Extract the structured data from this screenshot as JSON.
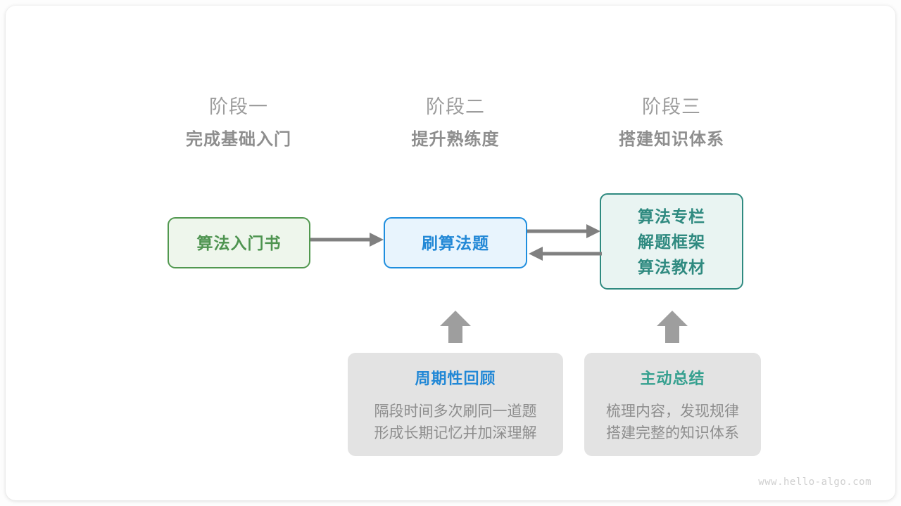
{
  "diagram": {
    "title": "algorithm-learning-roadmap",
    "colors": {
      "green": "#4e9450",
      "green_fill": "#eef6ec",
      "blue": "#2288d6",
      "blue_fill": "#e8f4fd",
      "teal": "#2f8a80",
      "teal_fill": "#e9f4f2",
      "teal_title": "#35a08f",
      "gray_card": "#e3e3e3",
      "gray_text": "#8d8d8d",
      "arrow": "#808080",
      "stage_text": "#9a9a9a"
    },
    "stages": [
      {
        "index": "阶段一",
        "title": "完成基础入门"
      },
      {
        "index": "阶段二",
        "title": "提升熟练度"
      },
      {
        "index": "阶段三",
        "title": "搭建知识体系"
      }
    ],
    "nodes": {
      "book": {
        "label": "算法入门书"
      },
      "practice": {
        "label": "刷算法题"
      },
      "resources": {
        "lines": [
          "算法专栏",
          "解题框架",
          "算法教材"
        ]
      }
    },
    "arrows": [
      {
        "name": "book-to-practice",
        "direction": "right"
      },
      {
        "name": "practice-to-resources",
        "direction": "right"
      },
      {
        "name": "resources-to-practice",
        "direction": "left"
      },
      {
        "name": "review-to-practice",
        "direction": "up"
      },
      {
        "name": "summary-to-resources",
        "direction": "up"
      }
    ],
    "notes": [
      {
        "title": "周期性回顾",
        "title_color": "blue",
        "body": [
          "隔段时间多次刷同一道题",
          "形成长期记忆并加深理解"
        ]
      },
      {
        "title": "主动总结",
        "title_color": "teal",
        "body": [
          "梳理内容，发现规律",
          "搭建完整的知识体系"
        ]
      }
    ],
    "watermark": "www.hello-algo.com"
  }
}
